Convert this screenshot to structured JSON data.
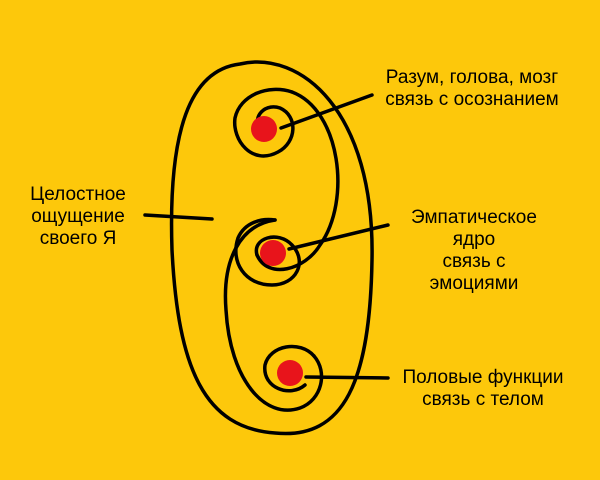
{
  "colors": {
    "background": "#fdc80b",
    "stroke": "#000000",
    "dot": "#e8141b"
  },
  "labels": {
    "self": {
      "line1": "Целостное",
      "line2": "ощущение",
      "line3": "своего Я"
    },
    "head": {
      "line1": "Разум, голова, мозг",
      "line2": "связь с осознанием"
    },
    "empathy": {
      "line1": "Эмпатическое",
      "line2": "ядро",
      "line3": "связь с",
      "line4": "эмоциями"
    },
    "sexual": {
      "line1": "Половые функции",
      "line2": "связь с телом"
    }
  }
}
